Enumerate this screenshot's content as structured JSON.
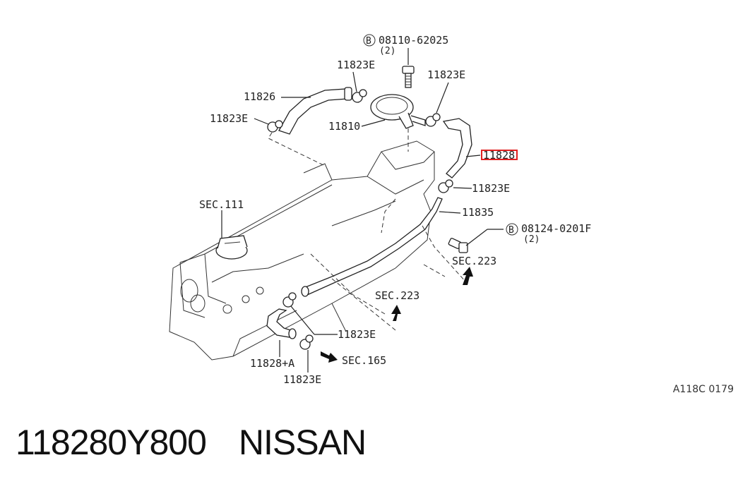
{
  "callouts": {
    "bolt_top": "08110-62025",
    "bolt_top_qty": "(2)",
    "clamp_left_top": "11823E",
    "clamp_right_top": "11823E",
    "hose_left": "11826",
    "clamp_left": "11823E",
    "valve": "11810",
    "hose_right": "11828",
    "clamp_mid_right": "11823E",
    "tube": "11835",
    "bolt_right": "08124-0201F",
    "bolt_right_qty": "(2)",
    "sec_111": "SEC.111",
    "sec_223_right": "SEC.223",
    "sec_223_mid": "SEC.223",
    "clamp_low": "11823E",
    "hose_low": "11828+A",
    "clamp_bottom": "11823E",
    "sec_165": "SEC.165",
    "bolt_symbol": "B"
  },
  "diagram_code": "A118C 0179",
  "footer": {
    "part_number": "118280Y800",
    "brand": "NISSAN"
  },
  "colors": {
    "highlight": "#e02020",
    "line": "#222222"
  }
}
